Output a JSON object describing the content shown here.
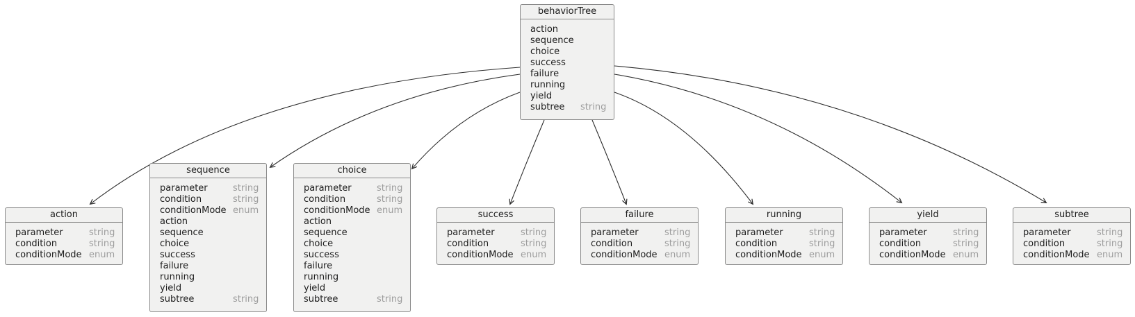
{
  "colors": {
    "node_fill": "#f1f1f0",
    "node_border": "#898989",
    "text": "#1c1c1c",
    "type_text": "#9d9d9d",
    "edge": "#2d2d2d",
    "background": "#ffffff"
  },
  "diagram": {
    "nodes": [
      {
        "id": "behaviorTree",
        "title": "behaviorTree",
        "fields": [
          {
            "name": "action",
            "type": ""
          },
          {
            "name": "sequence",
            "type": ""
          },
          {
            "name": "choice",
            "type": ""
          },
          {
            "name": "success",
            "type": ""
          },
          {
            "name": "failure",
            "type": ""
          },
          {
            "name": "running",
            "type": ""
          },
          {
            "name": "yield",
            "type": ""
          },
          {
            "name": "subtree",
            "type": "string"
          }
        ]
      },
      {
        "id": "action",
        "title": "action",
        "fields": [
          {
            "name": "parameter",
            "type": "string"
          },
          {
            "name": "condition",
            "type": "string"
          },
          {
            "name": "conditionMode",
            "type": "enum"
          }
        ]
      },
      {
        "id": "sequence",
        "title": "sequence",
        "fields": [
          {
            "name": "parameter",
            "type": "string"
          },
          {
            "name": "condition",
            "type": "string"
          },
          {
            "name": "conditionMode",
            "type": "enum"
          },
          {
            "name": "action",
            "type": ""
          },
          {
            "name": "sequence",
            "type": ""
          },
          {
            "name": "choice",
            "type": ""
          },
          {
            "name": "success",
            "type": ""
          },
          {
            "name": "failure",
            "type": ""
          },
          {
            "name": "running",
            "type": ""
          },
          {
            "name": "yield",
            "type": ""
          },
          {
            "name": "subtree",
            "type": "string"
          }
        ]
      },
      {
        "id": "choice",
        "title": "choice",
        "fields": [
          {
            "name": "parameter",
            "type": "string"
          },
          {
            "name": "condition",
            "type": "string"
          },
          {
            "name": "conditionMode",
            "type": "enum"
          },
          {
            "name": "action",
            "type": ""
          },
          {
            "name": "sequence",
            "type": ""
          },
          {
            "name": "choice",
            "type": ""
          },
          {
            "name": "success",
            "type": ""
          },
          {
            "name": "failure",
            "type": ""
          },
          {
            "name": "running",
            "type": ""
          },
          {
            "name": "yield",
            "type": ""
          },
          {
            "name": "subtree",
            "type": "string"
          }
        ]
      },
      {
        "id": "success",
        "title": "success",
        "fields": [
          {
            "name": "parameter",
            "type": "string"
          },
          {
            "name": "condition",
            "type": "string"
          },
          {
            "name": "conditionMode",
            "type": "enum"
          }
        ]
      },
      {
        "id": "failure",
        "title": "failure",
        "fields": [
          {
            "name": "parameter",
            "type": "string"
          },
          {
            "name": "condition",
            "type": "string"
          },
          {
            "name": "conditionMode",
            "type": "enum"
          }
        ]
      },
      {
        "id": "running",
        "title": "running",
        "fields": [
          {
            "name": "parameter",
            "type": "string"
          },
          {
            "name": "condition",
            "type": "string"
          },
          {
            "name": "conditionMode",
            "type": "enum"
          }
        ]
      },
      {
        "id": "yield",
        "title": "yield",
        "fields": [
          {
            "name": "parameter",
            "type": "string"
          },
          {
            "name": "condition",
            "type": "string"
          },
          {
            "name": "conditionMode",
            "type": "enum"
          }
        ]
      },
      {
        "id": "subtree",
        "title": "subtree",
        "fields": [
          {
            "name": "parameter",
            "type": "string"
          },
          {
            "name": "condition",
            "type": "string"
          },
          {
            "name": "conditionMode",
            "type": "enum"
          }
        ]
      }
    ],
    "edges": [
      {
        "from": "behaviorTree",
        "to": "action"
      },
      {
        "from": "behaviorTree",
        "to": "sequence"
      },
      {
        "from": "behaviorTree",
        "to": "choice"
      },
      {
        "from": "behaviorTree",
        "to": "success"
      },
      {
        "from": "behaviorTree",
        "to": "failure"
      },
      {
        "from": "behaviorTree",
        "to": "running"
      },
      {
        "from": "behaviorTree",
        "to": "yield"
      },
      {
        "from": "behaviorTree",
        "to": "subtree"
      }
    ]
  }
}
